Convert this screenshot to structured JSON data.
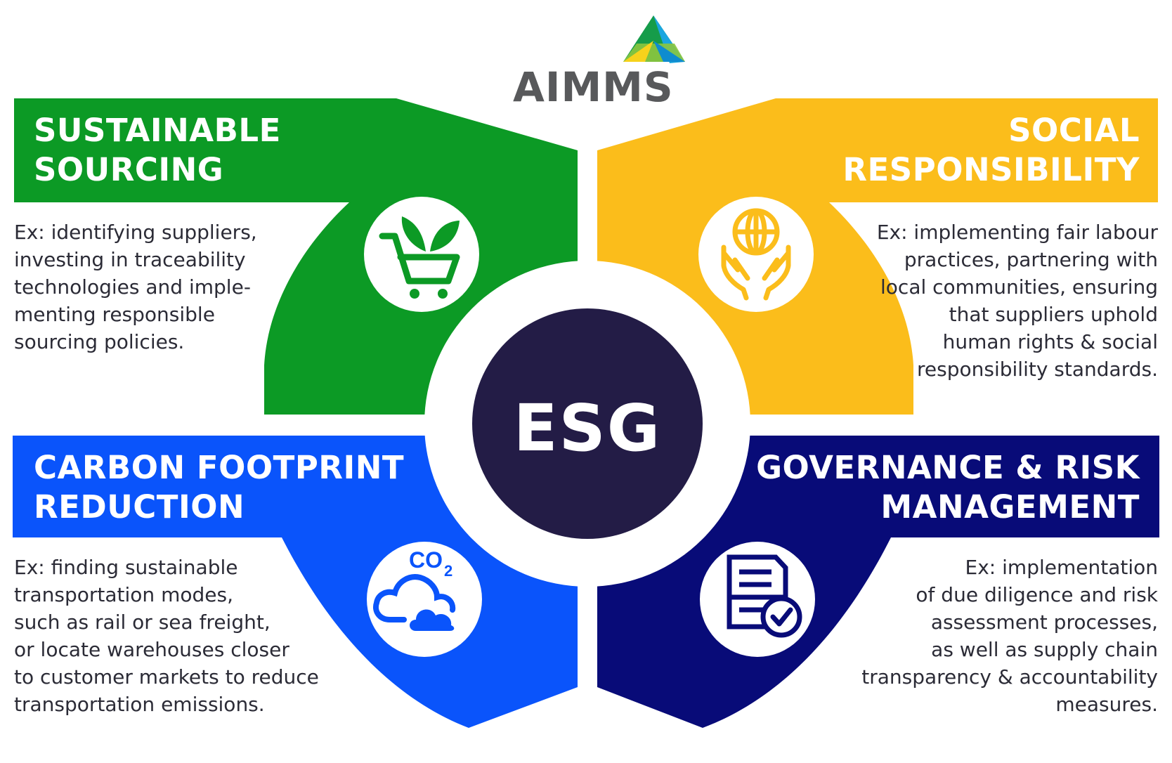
{
  "brand": {
    "name": "AIMMS"
  },
  "center": {
    "label": "ESG"
  },
  "colors": {
    "green": "#0c9a25",
    "yellow": "#fbbd1b",
    "blue": "#0a54fb",
    "navy": "#080b78",
    "center": "#231c46",
    "text": "#2b2b36"
  },
  "quadrants": {
    "sourcing": {
      "title": [
        "SUSTAINABLE",
        "SOURCING"
      ],
      "icon": "shopping-cart-plant-icon",
      "desc": [
        "Ex: identifying suppliers,",
        "investing in traceability",
        "technologies and imple-",
        "menting responsible",
        "sourcing policies."
      ]
    },
    "social": {
      "title": [
        "SOCIAL",
        "RESPONSIBILITY"
      ],
      "icon": "globe-in-hands-icon",
      "desc": [
        "Ex: implementing fair labour",
        "practices, partnering with",
        "local communities, ensuring",
        "that suppliers uphold",
        "human rights & social",
        "responsibility standards."
      ]
    },
    "carbon": {
      "title": [
        "CARBON FOOTPRINT",
        "REDUCTION"
      ],
      "icon": "co2-cloud-icon",
      "icon_text": {
        "main": "CO",
        "sub": "2"
      },
      "desc": [
        "Ex: finding sustainable",
        "transportation modes,",
        "such as rail or sea freight,",
        "or locate warehouses closer",
        "to customer markets to reduce",
        "transportation emissions."
      ]
    },
    "governance": {
      "title": [
        "GOVERNANCE & RISK",
        "MANAGEMENT"
      ],
      "icon": "document-check-icon",
      "desc": [
        "Ex: implementation",
        "of due diligence and risk",
        "assessment processes,",
        "as well as supply chain",
        "transparency & accountability",
        "measures."
      ]
    }
  }
}
